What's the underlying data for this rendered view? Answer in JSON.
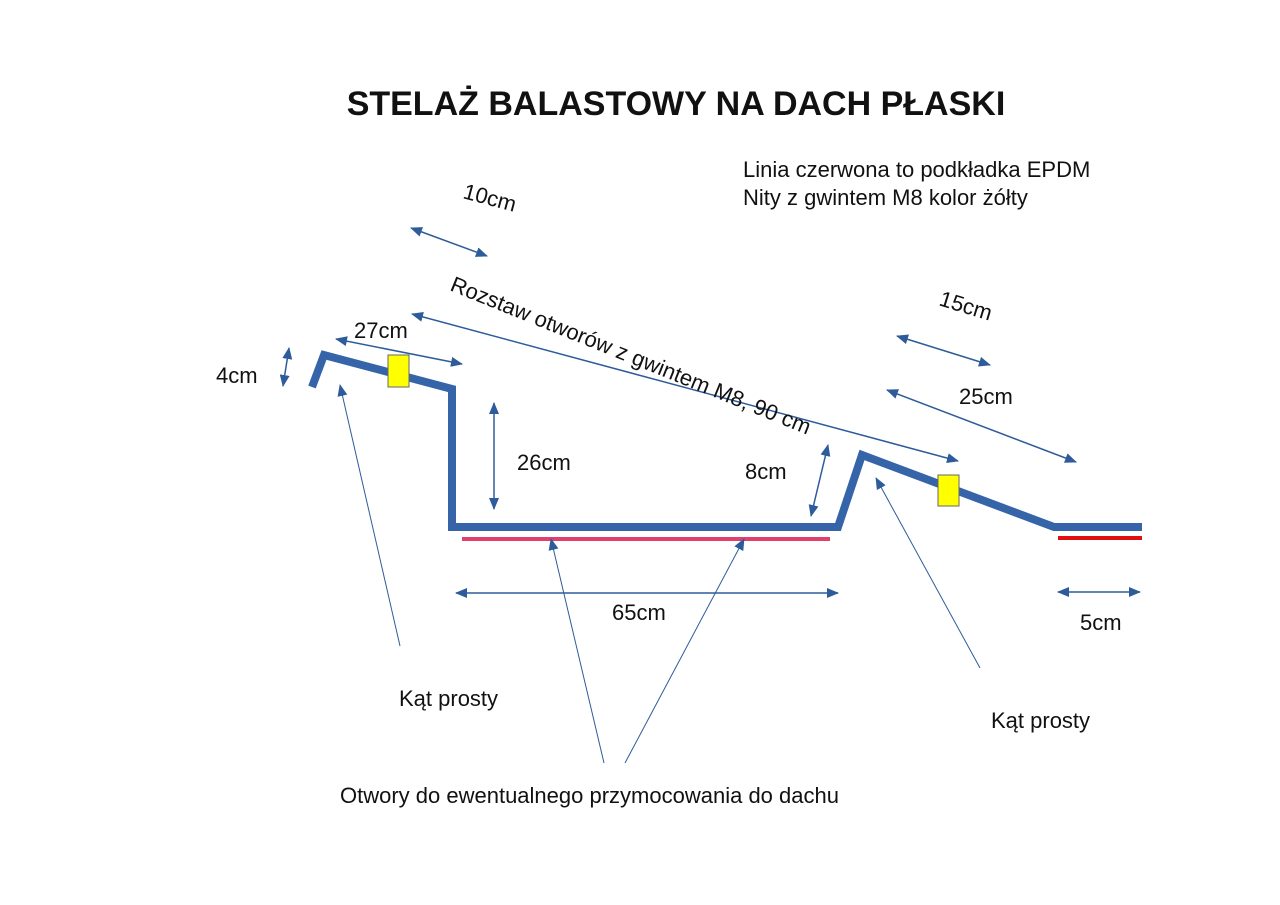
{
  "title": "STELAŻ BALASTOWY NA DACH PŁASKI",
  "notes": {
    "line1": "Linia czerwona to podkładka EPDM",
    "line2": "Nity z gwintem M8 kolor żółty"
  },
  "dimensions": {
    "d10": "10cm",
    "d27": "27cm",
    "d4": "4cm",
    "d26": "26cm",
    "d8": "8cm",
    "d65": "65cm",
    "d15": "15cm",
    "d25": "25cm",
    "d5": "5cm",
    "holes_spacing": "Rozstaw otworów z gwintem M8, 90 cm"
  },
  "callouts": {
    "right_angle_left": "Kąt prosty",
    "right_angle_right": "Kąt prosty",
    "holes": "Otwory do ewentualnego przymocowania do dachu"
  },
  "colors": {
    "profile": "#3565a8",
    "arrow": "#2e5c9a",
    "epdm_pink": "#e0406e",
    "epdm_red": "#e01010",
    "rivet": "#ffff00"
  }
}
